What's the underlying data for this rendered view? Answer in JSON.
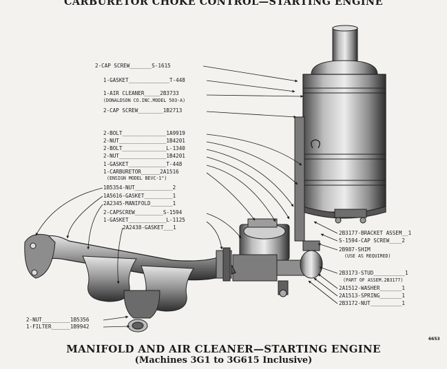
{
  "top_title": "CARBURETOR CHOKE CONTROL—STARTING ENGINE",
  "bottom_title": "MANIFOLD AND AIR CLEANER—STARTING ENGINE",
  "bottom_subtitle": "(Machines 3G1 to 3G615 Inclusive)",
  "figure_number": "6653",
  "left_labels": [
    "2-CAP SCREW_______S-1615",
    "1-GASKET_____________T-448",
    "1-AIR CLEANER_____2B3733",
    "(DONALDSON CO.INC.MODEL 503-A)",
    "2-CAP SCREW________1B2713",
    "2-BOLT______________1A9919",
    "2-NUT_______________1B4201",
    "2-BOLT______________L-1340",
    "2-NUT_______________1B4201",
    "1-GASKET____________T-448",
    "1-CARBURETOR______2A1516",
    "(ENSIGN MODEL BEVC-1\")",
    "1B5354-NUT____________2",
    "1A5616-GASKET_________1",
    "2A2345-MANIFOLD_______1",
    "2-CAPSCREW_________S-1594",
    "1-GASKET____________L-1125",
    "2A2438-GASKET___1"
  ],
  "bottom_left_labels": [
    "2-NUT_________1B5356",
    "1-FILTER______1B9942"
  ],
  "right_labels": [
    "2B3177-BRACKET ASSEM__1",
    "S-1594-CAP SCREW____2",
    "2B987-SHIM",
    "(USE AS REQUIRED)",
    "2B3173-STUD__________1",
    "(PART OF ASSEM.2B3177)",
    "2A1512-WASHER_______1",
    "2A1513-SPRING_______1",
    "2B3172-NUT__________1"
  ]
}
